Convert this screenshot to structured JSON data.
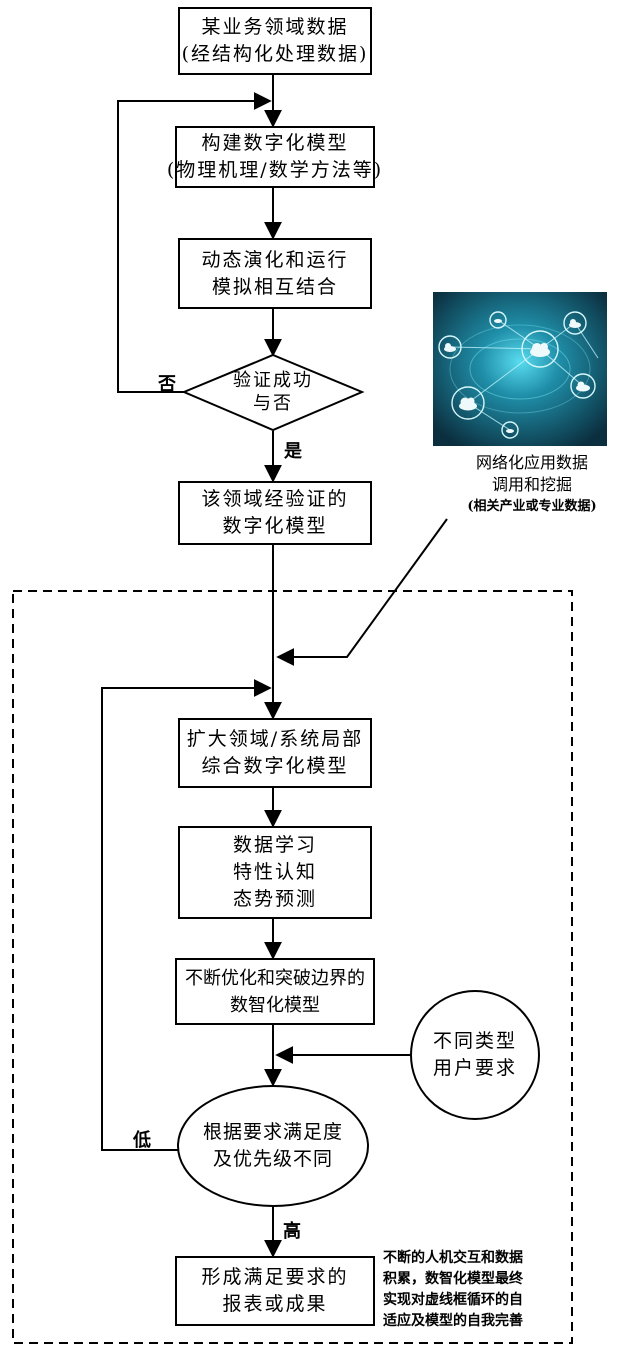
{
  "nodes": {
    "domain_data": {
      "lines": [
        "某业务领域数据",
        "(经结构化处理数据)"
      ]
    },
    "build_model": {
      "lines": [
        "构建数字化模型",
        "(物理机理/数学方法等)"
      ]
    },
    "dynamic_sim": {
      "lines": [
        "动态演化和运行",
        "模拟相互结合"
      ]
    },
    "verify": {
      "lines": [
        "验证成功",
        "与否"
      ]
    },
    "verified_model": {
      "lines": [
        "该领域经验证的",
        "数字化模型"
      ]
    },
    "network_data": {
      "lines": [
        "网络化应用数据",
        "调用和挖掘"
      ],
      "sub": "(相关产业或专业数据)"
    },
    "expand_model": {
      "lines": [
        "扩大领域/系统局部",
        "综合数字化模型"
      ]
    },
    "data_learning": {
      "lines": [
        "数据学习",
        "特性认知",
        "态势预测"
      ]
    },
    "optimize_model": {
      "lines": [
        "不断优化和突破边界的",
        "数智化模型"
      ]
    },
    "user_requirements": {
      "lines": [
        "不同类型",
        "用户要求"
      ]
    },
    "satisfaction": {
      "lines": [
        "根据要求满足度",
        "及优先级不同"
      ]
    },
    "result": {
      "lines": [
        "形成满足要求的",
        "报表或成果"
      ]
    }
  },
  "edge_labels": {
    "no": "否",
    "yes": "是",
    "low": "低",
    "high": "高"
  },
  "note": {
    "lines": [
      "不断的人机交互和数据",
      "积累，数智化模型最终",
      "实现对虚线框循环的自",
      "适应及模型的自我完善"
    ]
  },
  "image": {
    "icon": "cloud-network-icon",
    "colors": {
      "bg": "#0d3d50",
      "glow": "#4fd6ee",
      "cloud": "#e6f6fb"
    }
  }
}
